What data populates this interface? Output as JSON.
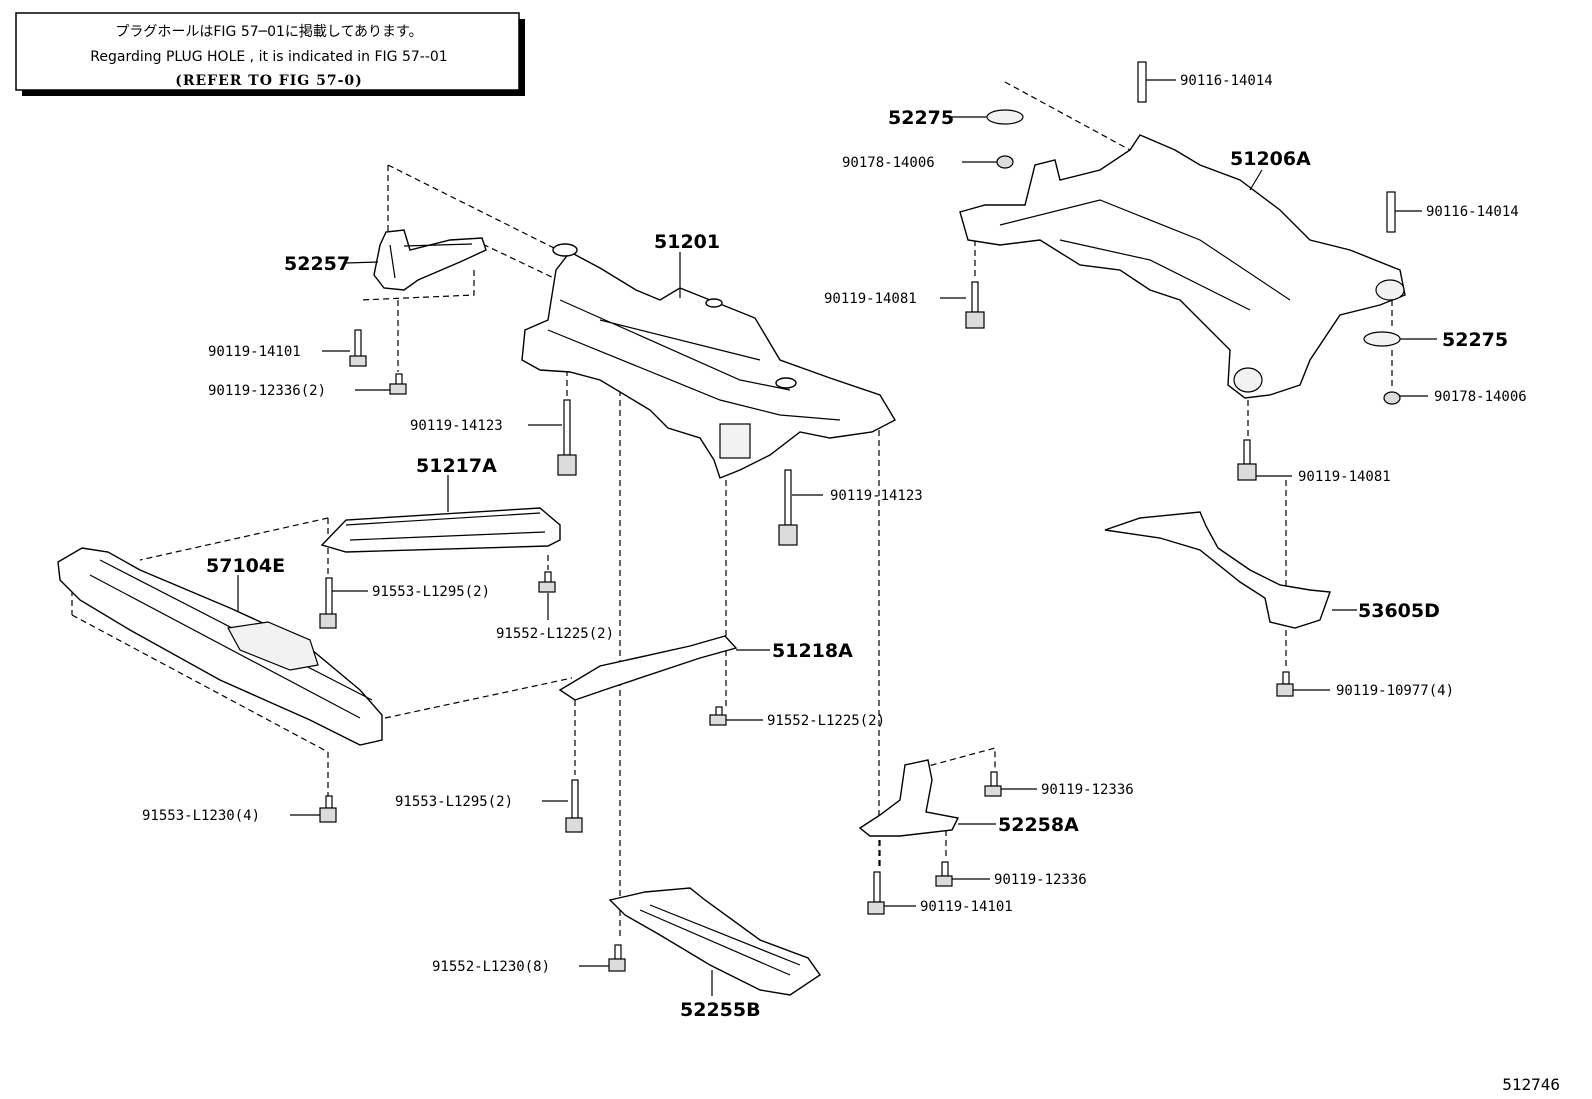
{
  "note": {
    "line1": "プラグホールはFIG 57─01に掲載してあります。",
    "line2": "Regarding  PLUG  HOLE , it is indicated in FIG  57--01",
    "line3": "(REFER TO FIG 57-0)"
  },
  "figure_id": "512746",
  "labels": {
    "p52257": "52257",
    "p90119_14101_a": "90119-14101",
    "p90119_12336_2": "90119-12336(2)",
    "p90119_14123_a": "90119-14123",
    "p51201": "51201",
    "p90119_14123_b": "90119-14123",
    "p51217A": "51217A",
    "p57104E": "57104E",
    "p91553_L1295_a": "91553-L1295(2)",
    "p91552_L1225_a": "91552-L1225(2)",
    "p51218A": "51218A",
    "p91552_L1225_b": "91552-L1225(2)",
    "p91553_L1295_b": "91553-L1295(2)",
    "p91553_L1230": "91553-L1230(4)",
    "p52258A": "52258A",
    "p90119_12336_a": "90119-12336",
    "p90119_12336_b": "90119-12336",
    "p90119_14101_b": "90119-14101",
    "p91552_L1230": "91552-L1230(8)",
    "p52255B": "52255B",
    "p52275_a": "52275",
    "p90178_14006_a": "90178-14006",
    "p90116_14014_a": "90116-14014",
    "p51206A": "51206A",
    "p90116_14014_b": "90116-14014",
    "p90119_14081_a": "90119-14081",
    "p52275_b": "52275",
    "p90178_14006_b": "90178-14006",
    "p90119_14081_b": "90119-14081",
    "p53605D": "53605D",
    "p90119_10977": "90119-10977(4)"
  }
}
